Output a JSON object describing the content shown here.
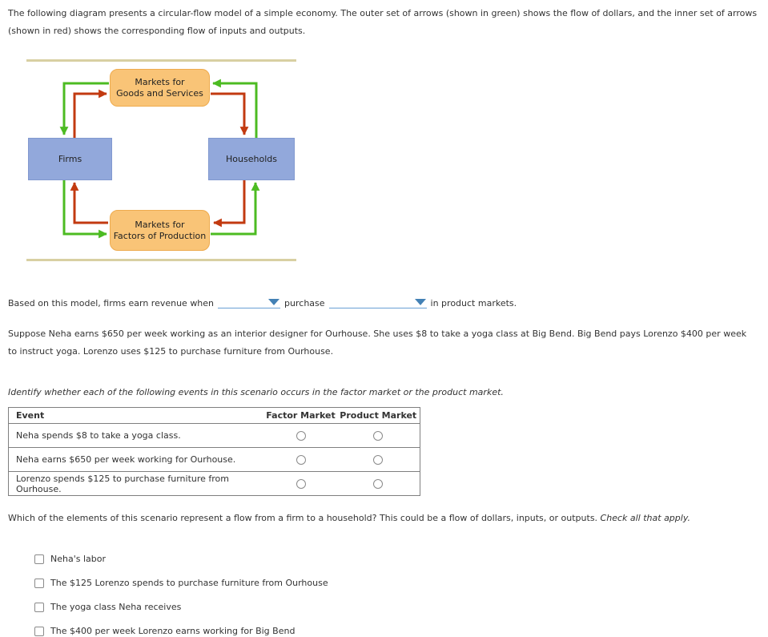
{
  "colors": {
    "dollar_flow_green": "#4cbb22",
    "inputs_outputs_red": "#c23a10",
    "market_box_fill": "#f9c477",
    "market_box_border": "#eeab4e",
    "agent_box_fill": "#92a8db",
    "rule_tan": "#d8d0a2",
    "dropdown_blue": "#4381b5"
  },
  "intro_text": "The following diagram presents a circular-flow model of a simple economy. The outer set of arrows (shown in green) shows the flow of dollars, and the inner set of arrows (shown in red) shows the corresponding flow of inputs and outputs.",
  "diagram": {
    "boxes": {
      "goods": {
        "line1": "Markets for",
        "line2": "Goods and Services"
      },
      "factors": {
        "line1": "Markets for",
        "line2": "Factors of Production"
      },
      "firms": "Firms",
      "households": "Households"
    }
  },
  "fill_in": {
    "before": "Based on this model, firms earn revenue when",
    "middle": "purchase",
    "after": "in product markets.",
    "dropdown1_value": "",
    "dropdown2_value": ""
  },
  "scenario_text": "Suppose Neha earns $650 per week working as an interior designer for Ourhouse. She uses $8 to take a yoga class at Big Bend. Big Bend pays Lorenzo $400 per week to instruct yoga. Lorenzo uses $125 to purchase furniture from Ourhouse.",
  "table_instruction": "Identify whether each of the following events in this scenario occurs in the factor market or the product market.",
  "table": {
    "headers": [
      "Event",
      "Factor Market",
      "Product Market"
    ],
    "rows": [
      "Neha spends $8 to take a yoga class.",
      "Neha earns $650 per week working for Ourhouse.",
      "Lorenzo spends $125 to purchase furniture from Ourhouse."
    ]
  },
  "checkbox_question": {
    "text": "Which of the elements of this scenario represent a flow from a firm to a household? This could be a flow of dollars, inputs, or outputs.",
    "emphasis": "Check all that apply."
  },
  "checkbox_options": [
    "Neha's labor",
    "The $125 Lorenzo spends to purchase furniture from Ourhouse",
    "The yoga class Neha receives",
    "The $400 per week Lorenzo earns working for Big Bend"
  ]
}
